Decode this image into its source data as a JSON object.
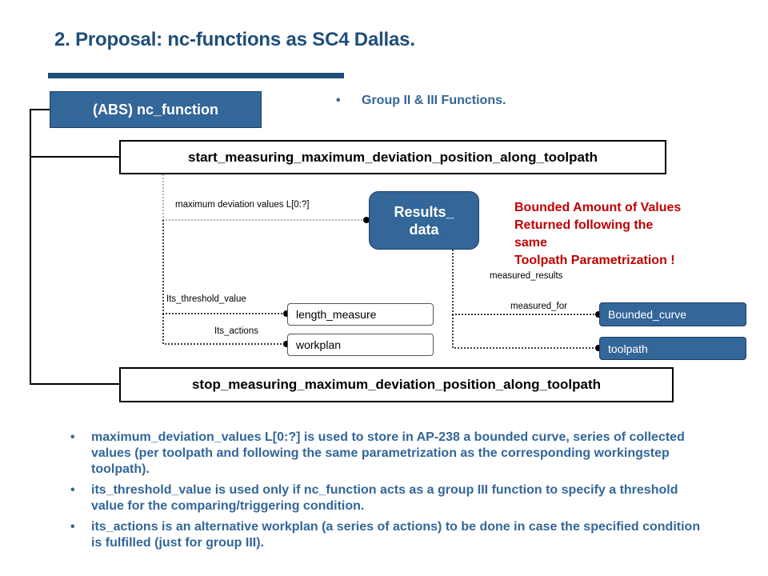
{
  "title": "2. Proposal: nc-functions as SC4 Dallas.",
  "abs_box": "(ABS) nc_function",
  "group_bullet": "Group II & III Functions.",
  "start_box": "start_measuring_maximum_deviation_position_along_toolpath",
  "stop_box": "stop_measuring_maximum_deviation_position_along_toolpath",
  "results_box": {
    "line1": "Results_",
    "line2": "data"
  },
  "red_note": [
    "Bounded Amount of Values",
    "Returned  following the",
    "same",
    "Toolpath Parametrization !"
  ],
  "labels": {
    "max_dev": "maximum deviation values L[0:?]",
    "threshold": "Its_threshold_value",
    "actions": "Its_actions",
    "measured_results": "measured_results",
    "measured_for": "measured_for"
  },
  "attr_boxes": {
    "length_measure": "length_measure",
    "workplan": "workplan"
  },
  "entity_boxes": {
    "bounded_curve": "Bounded_curve",
    "toolpath": "toolpath"
  },
  "bullets": [
    "maximum_deviation_values L[0:?] is used to store in AP-238 a bounded curve, series of collected values (per toolpath and following the same parametrization as the corresponding workingstep toolpath).",
    "its_threshold_value is used only if  nc_function acts as a group III function to specify a threshold value for the comparing/triggering condition.",
    "its_actions is an alternative workplan (a series of actions) to be done in case the specified condition is fulfilled (just for group III)."
  ],
  "colors": {
    "title": "#1f4e79",
    "box_fill": "#336699",
    "red_note": "#c00000"
  }
}
